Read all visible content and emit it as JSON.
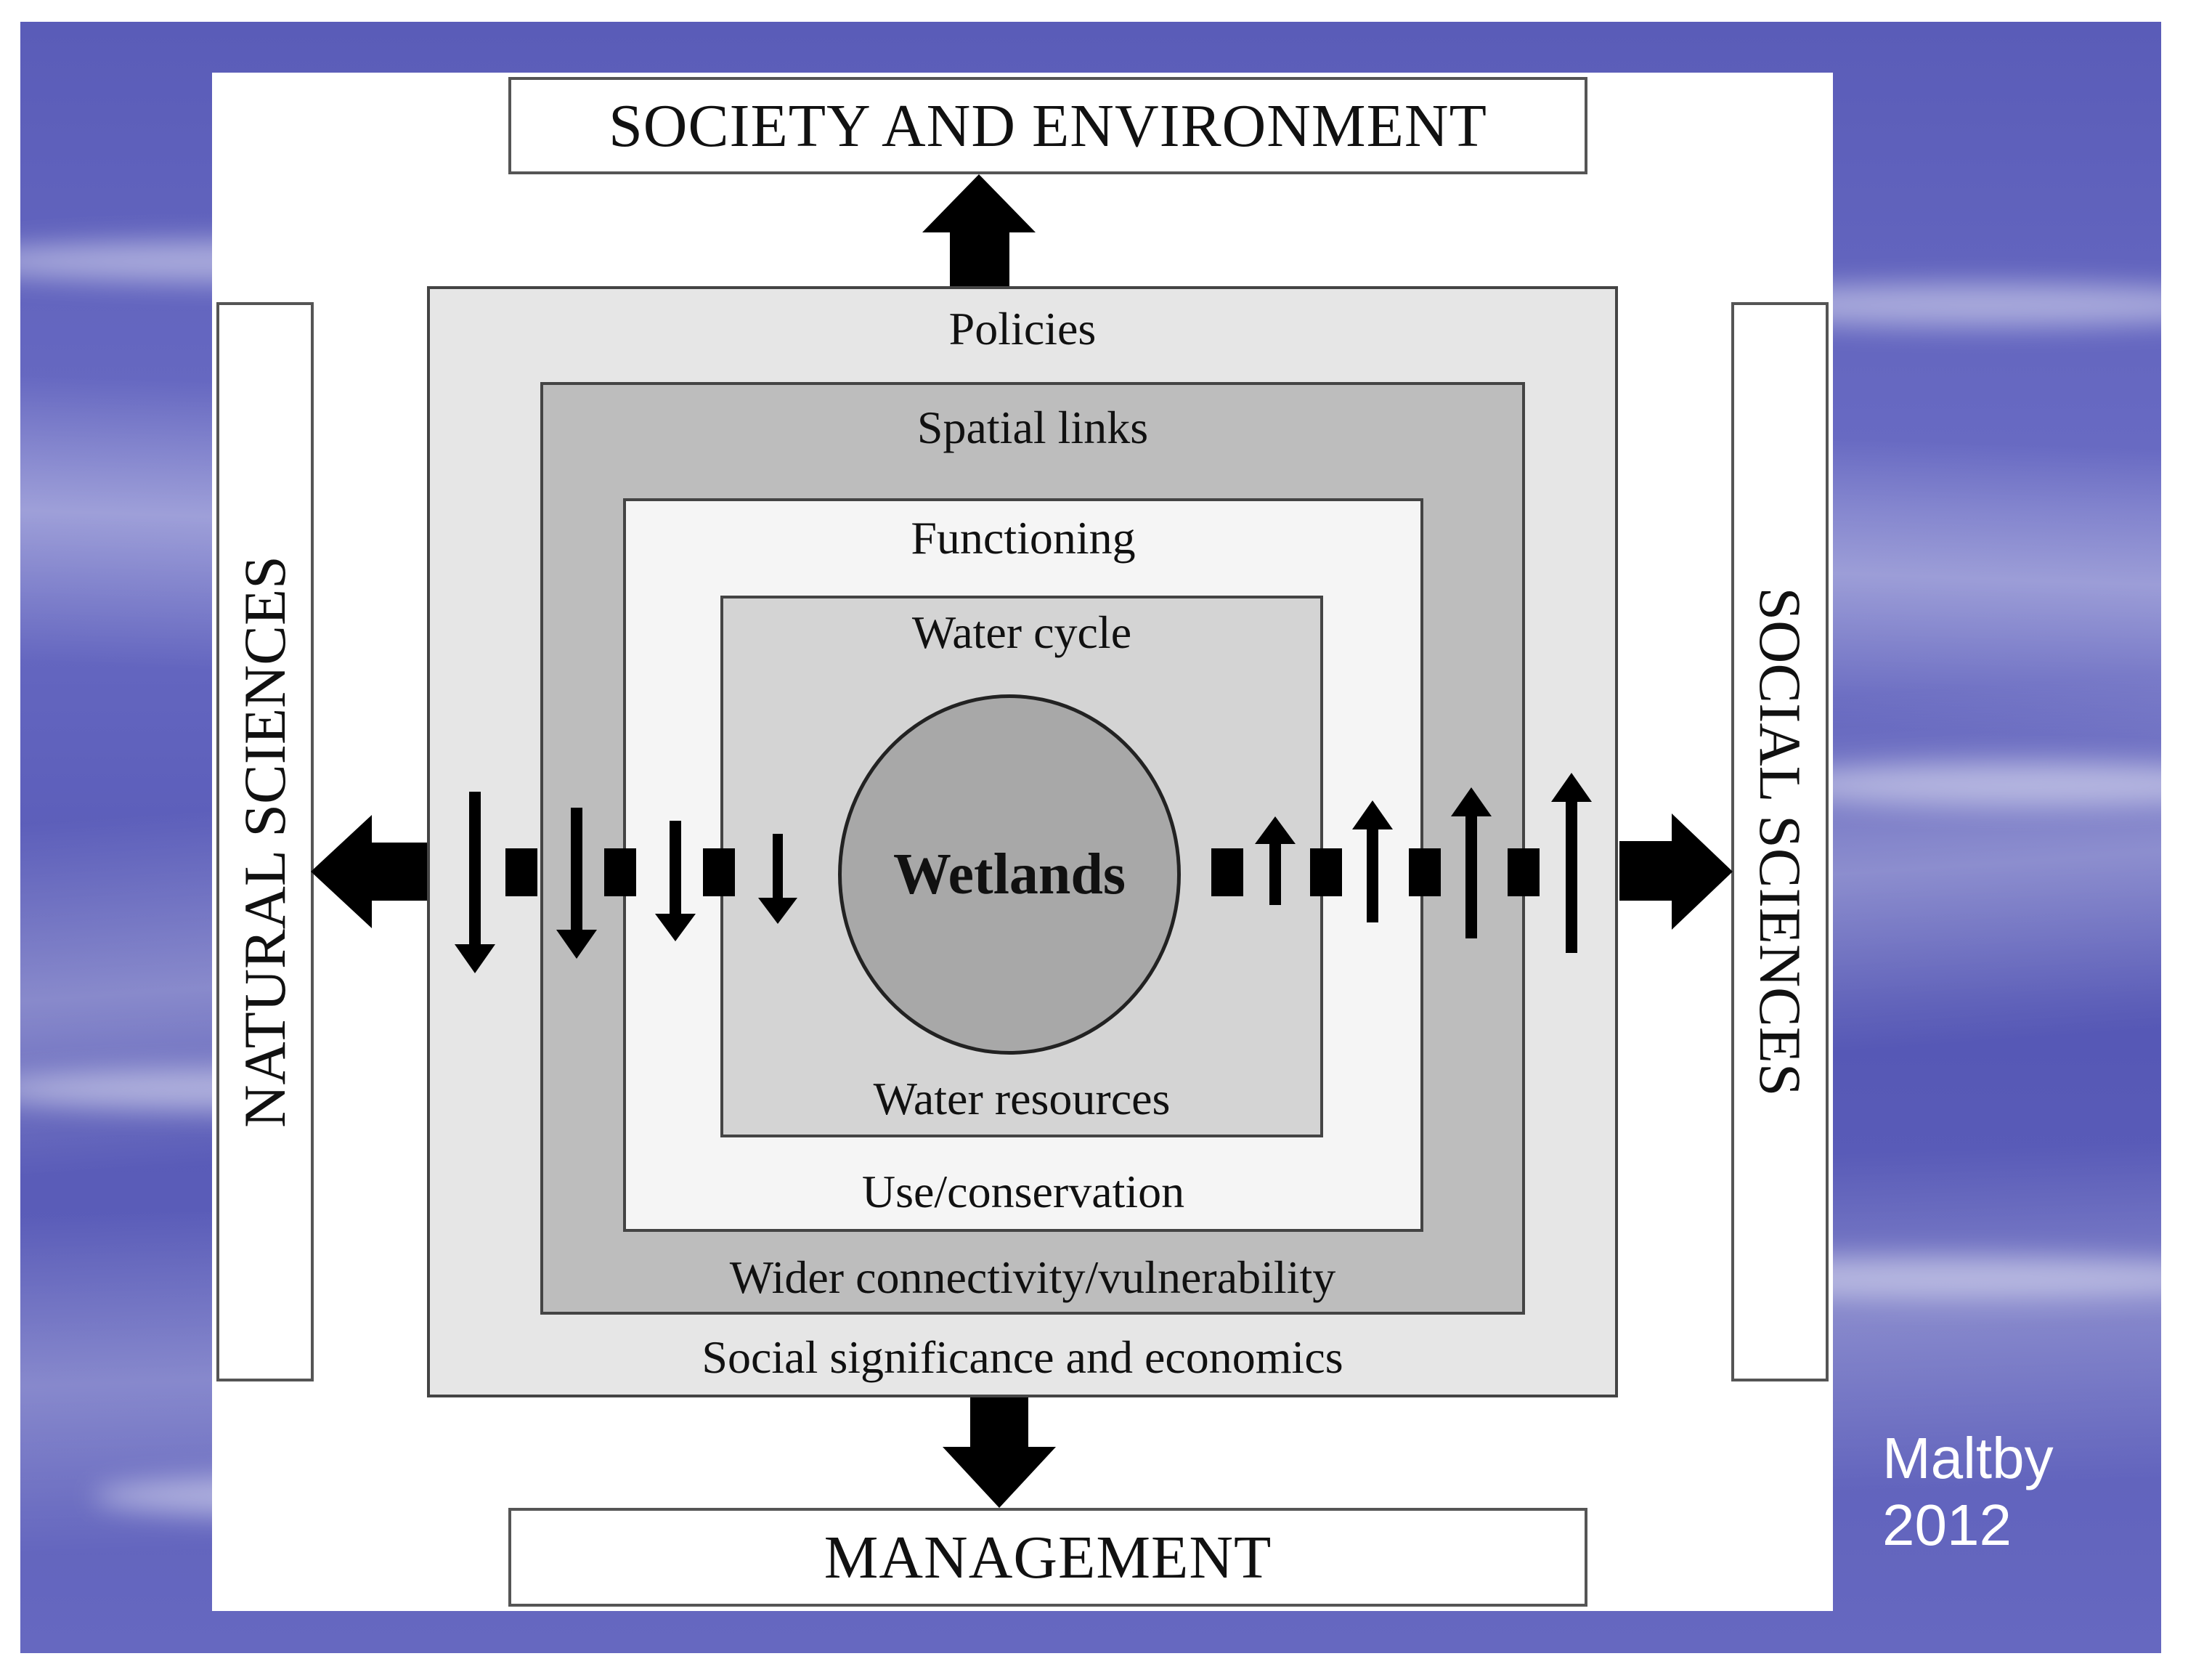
{
  "diagram": {
    "top_label": "SOCIETY AND ENVIRONMENT",
    "bottom_label": "MANAGEMENT",
    "left_label": "NATURAL SCIENCES",
    "right_label": "SOCIAL SCIENCES",
    "layers": {
      "policies": "Policies",
      "social_significance": "Social significance and economics",
      "spatial_links": "Spatial links",
      "wider_connectivity": "Wider connectivity/vulnerability",
      "functioning": "Functioning",
      "use_conservation": "Use/conservation",
      "water_cycle": "Water cycle",
      "water_resources": "Water resources"
    },
    "center": "Wetlands"
  },
  "attribution": {
    "line1": "Maltby",
    "line2": "2012"
  },
  "colors": {
    "background": "#5a5cb8",
    "outer_layer": "#e6e6e6",
    "spatial_layer": "#bdbdbd",
    "functioning_layer": "#f5f5f5",
    "water_layer": "#d4d4d4",
    "wetlands_circle": "#a8a8a8"
  }
}
